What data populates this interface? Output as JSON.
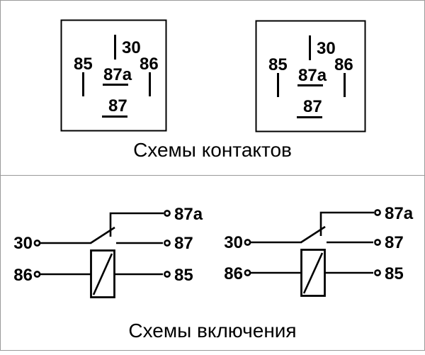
{
  "colors": {
    "background": "#ffffff",
    "line": "#000000",
    "panel_border": "#9a9a9a"
  },
  "contacts_section": {
    "caption": "Схемы контактов",
    "relay_left": {
      "pin_30": "30",
      "pin_85": "85",
      "pin_86": "86",
      "pin_87a": "87a",
      "pin_87": "87"
    },
    "relay_right": {
      "pin_30": "30",
      "pin_85": "85",
      "pin_86": "86",
      "pin_87a": "87a",
      "pin_87": "87"
    }
  },
  "wiring_section": {
    "caption": "Схемы включения",
    "circuit_left": {
      "terminal_30": "30",
      "terminal_86": "86",
      "terminal_87a": "87a",
      "terminal_87": "87",
      "terminal_85": "85"
    },
    "circuit_right": {
      "terminal_30": "30",
      "terminal_86": "86",
      "terminal_87a": "87a",
      "terminal_87": "87",
      "terminal_85": "85"
    }
  }
}
